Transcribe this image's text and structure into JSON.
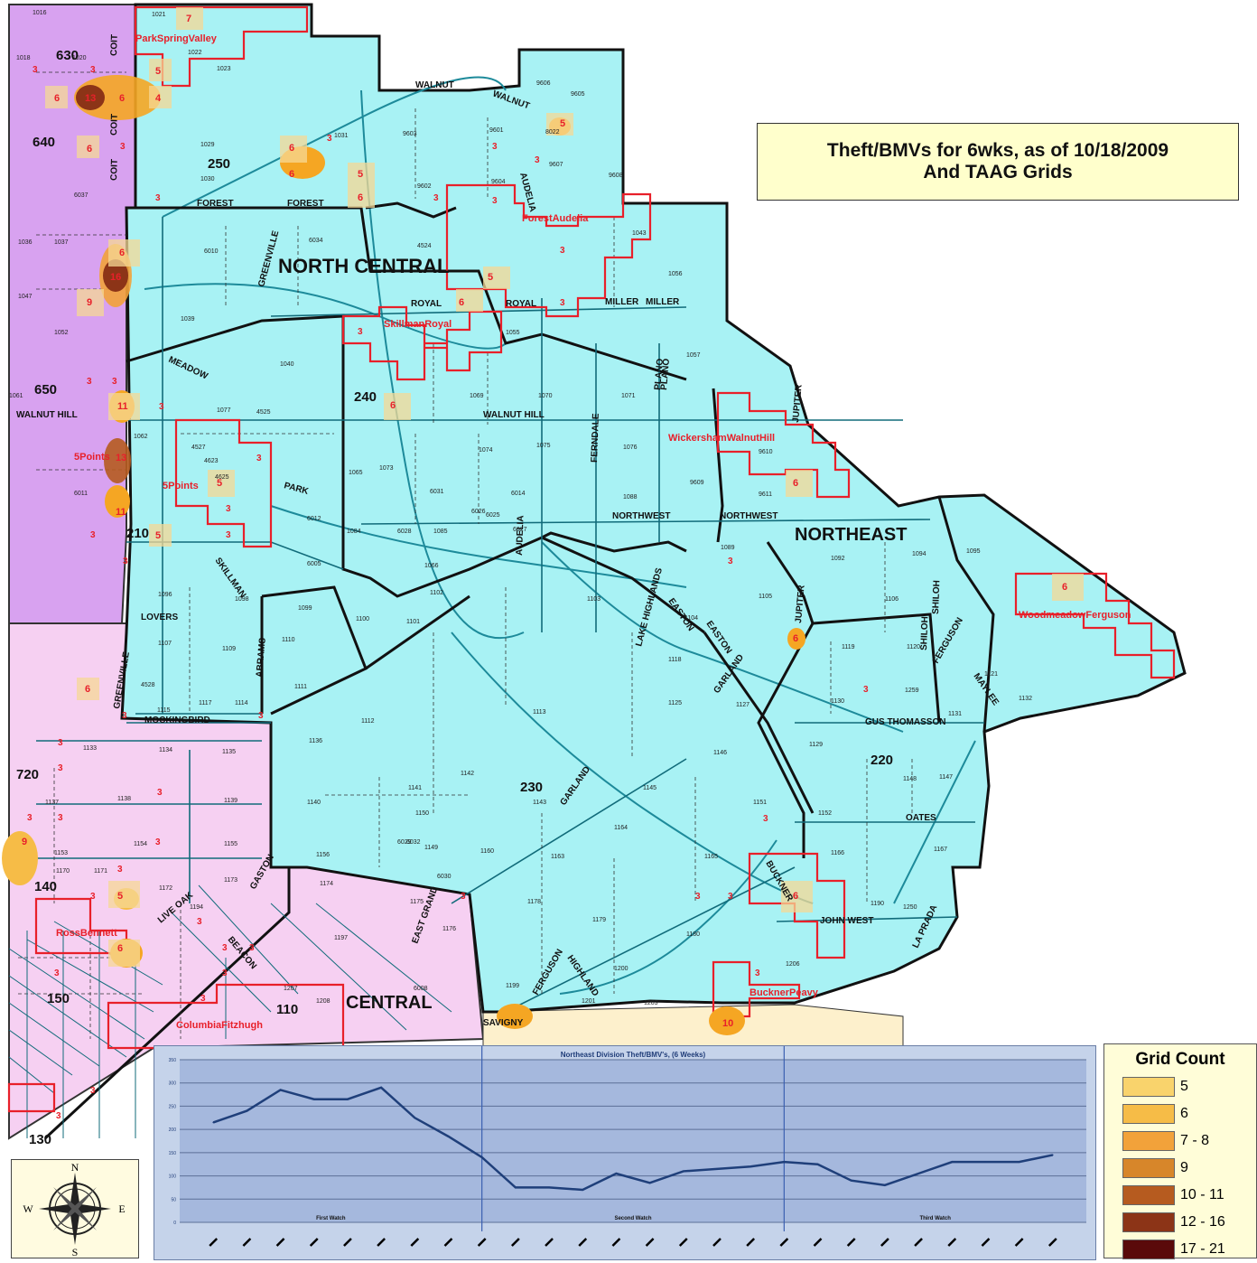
{
  "title": {
    "line1": "Theft/BMVs for 6wks, as of 10/18/2009",
    "line2": "And TAAG Grids"
  },
  "colors": {
    "northeast_fill": "#a8f2f4",
    "west_fill": "#d8a2f0",
    "south_fill": "#f6d0f2",
    "bottom_fill": "#fdf0cc",
    "grid_red": "#e8202a",
    "streams": "#1d8a9a",
    "hotspot": "#f5a623"
  },
  "divisions": [
    {
      "label": "NORTH CENTRAL"
    },
    {
      "label": "NORTHEAST"
    },
    {
      "label": "CENTRAL"
    }
  ],
  "sectors": [
    "630",
    "640",
    "250",
    "650",
    "240",
    "210",
    "230",
    "220",
    "720",
    "140",
    "150",
    "110",
    "130"
  ],
  "streets": [
    "WALNUT",
    "FOREST",
    "ROYAL",
    "MILLER",
    "WALNUT HILL",
    "NORTHWEST",
    "MOCKINGBIRD",
    "LOVERS",
    "PARK",
    "MEADOW",
    "GREENVILLE",
    "ABRAMS",
    "SKILLMAN",
    "AUDELIA",
    "FERNDALE",
    "JUPITER",
    "PLANO",
    "GARLAND",
    "EASTON",
    "FERGUSON",
    "HIGHLAND",
    "GUS THOMASSON",
    "OATES",
    "JOHN WEST",
    "LA PRADA",
    "BUCKNER",
    "SHILOH",
    "MAYLEE",
    "SAVIGNY",
    "GASTON",
    "LIVE OAK",
    "BEACON",
    "EAST GRAND",
    "COIT",
    "LAKE HIGHLANDS"
  ],
  "taag_grids": [
    "ForestAudelia",
    "SkillmanRoyal",
    "WickershamWalnutHill",
    "WoodmeadowFerguson",
    "BucknerPeavy",
    "5Points",
    "ParkSpringValley",
    "RossBennett",
    "ColumbiaFitzhugh"
  ],
  "map_numbers": [
    "1016",
    "1018",
    "1020",
    "1021",
    "1022",
    "1023",
    "1029",
    "1030",
    "1031",
    "1036",
    "1037",
    "1039",
    "1040",
    "1043",
    "1047",
    "1052",
    "1055",
    "1056",
    "1057",
    "1061",
    "1062",
    "1065",
    "1066",
    "1069",
    "1070",
    "1071",
    "1073",
    "1074",
    "1075",
    "1076",
    "1077",
    "1084",
    "1085",
    "1088",
    "1089",
    "1092",
    "1094",
    "1095",
    "1096",
    "1098",
    "1099",
    "1100",
    "1101",
    "1102",
    "1103",
    "1104",
    "1105",
    "1106",
    "1107",
    "1109",
    "1110",
    "1111",
    "1112",
    "1113",
    "1114",
    "1115",
    "1117",
    "1118",
    "1119",
    "1120",
    "1121",
    "1125",
    "1127",
    "1129",
    "1130",
    "1131",
    "1132",
    "1133",
    "1134",
    "1135",
    "1136",
    "1137",
    "1138",
    "1139",
    "1140",
    "1141",
    "1142",
    "1143",
    "1145",
    "1146",
    "1147",
    "1148",
    "1149",
    "1150",
    "1151",
    "1152",
    "1153",
    "1154",
    "1155",
    "1156",
    "1160",
    "1163",
    "1164",
    "1165",
    "1166",
    "1167",
    "1170",
    "1171",
    "1172",
    "1173",
    "1174",
    "1175",
    "1176",
    "1178",
    "1179",
    "1180",
    "1190",
    "1194",
    "1197",
    "1199",
    "1200",
    "1201",
    "1203",
    "1206",
    "1207",
    "1208",
    "1250",
    "1259",
    "4524",
    "4525",
    "4527",
    "4528",
    "4623",
    "4625",
    "6005",
    "6008",
    "6010",
    "6011",
    "6012",
    "6014",
    "6025",
    "6026",
    "6027",
    "6028",
    "6029",
    "6030",
    "6031",
    "6032",
    "6034",
    "6037",
    "8022",
    "9601",
    "9602",
    "9603",
    "9604",
    "9605",
    "9606",
    "9607",
    "9608",
    "9609",
    "9610",
    "9611"
  ],
  "hotspot_counts": [
    "7",
    "5",
    "6",
    "13",
    "6",
    "4",
    "6",
    "6",
    "6",
    "5",
    "6",
    "6",
    "16",
    "9",
    "11",
    "13",
    "11",
    "5",
    "6",
    "6",
    "5",
    "6",
    "5",
    "6",
    "6",
    "6",
    "6",
    "10",
    "9",
    "5",
    "6",
    "5"
  ],
  "incident_threes": [
    "3",
    "3",
    "3",
    "3",
    "3",
    "3",
    "3",
    "3",
    "3",
    "3",
    "3",
    "3",
    "3",
    "3",
    "3",
    "3",
    "3",
    "3",
    "3",
    "3",
    "3",
    "3",
    "3",
    "3",
    "3",
    "3",
    "3",
    "3",
    "3",
    "3",
    "3",
    "3",
    "3",
    "3",
    "3",
    "3",
    "3",
    "3",
    "3",
    "3",
    "3",
    "3",
    "3",
    "3",
    "3"
  ],
  "legend": {
    "title": "Grid Count",
    "items": [
      {
        "label": "5",
        "color": "#f9d36c"
      },
      {
        "label": "6",
        "color": "#f6bc47"
      },
      {
        "label": "7 - 8",
        "color": "#f2a23a"
      },
      {
        "label": "9",
        "color": "#d7862a"
      },
      {
        "label": "10 - 11",
        "color": "#b65b1f"
      },
      {
        "label": "12 - 16",
        "color": "#8c3417"
      },
      {
        "label": "17 - 21",
        "color": "#5a0a0a"
      }
    ]
  },
  "compass": {
    "n": "N",
    "s": "S",
    "e": "E",
    "w": "W"
  },
  "chart_data": {
    "type": "line",
    "title": "Northeast Division Theft/BMV's, (6 Weeks)",
    "ylim": [
      0,
      350
    ],
    "yticks": [
      "350",
      "300",
      "250",
      "200",
      "150",
      "100",
      "50",
      "0"
    ],
    "watches": [
      "First Watch",
      "Second Watch",
      "Third Watch"
    ],
    "series": [
      {
        "values": [
          215,
          240,
          285,
          265,
          265,
          290,
          225,
          185,
          140,
          75,
          75,
          70,
          105,
          85,
          110,
          115,
          120,
          130,
          125,
          90,
          80,
          105,
          130,
          130,
          130,
          145
        ]
      }
    ],
    "grid": true
  }
}
